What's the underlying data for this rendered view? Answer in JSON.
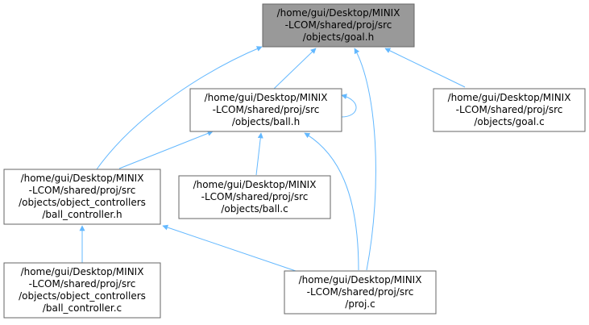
{
  "colors": {
    "edge": "#63b8ff",
    "node_border": "#666666",
    "node_fill": "#ffffff",
    "highlight_fill": "#999999"
  },
  "nodes": [
    {
      "id": "goal_h",
      "highlighted": true,
      "lines": [
        "/home/gui/Desktop/MINIX",
        "-LCOM/shared/proj/src",
        "/objects/goal.h"
      ]
    },
    {
      "id": "ball_h",
      "highlighted": false,
      "lines": [
        "/home/gui/Desktop/MINIX",
        "-LCOM/shared/proj/src",
        "/objects/ball.h"
      ]
    },
    {
      "id": "goal_c",
      "highlighted": false,
      "lines": [
        "/home/gui/Desktop/MINIX",
        "-LCOM/shared/proj/src",
        "/objects/goal.c"
      ]
    },
    {
      "id": "ball_controller_h",
      "highlighted": false,
      "lines": [
        "/home/gui/Desktop/MINIX",
        "-LCOM/shared/proj/src",
        "/objects/object_controllers",
        "/ball_controller.h"
      ]
    },
    {
      "id": "ball_c",
      "highlighted": false,
      "lines": [
        "/home/gui/Desktop/MINIX",
        "-LCOM/shared/proj/src",
        "/objects/ball.c"
      ]
    },
    {
      "id": "ball_controller_c",
      "highlighted": false,
      "lines": [
        "/home/gui/Desktop/MINIX",
        "-LCOM/shared/proj/src",
        "/objects/object_controllers",
        "/ball_controller.c"
      ]
    },
    {
      "id": "proj_c",
      "highlighted": false,
      "lines": [
        "/home/gui/Desktop/MINIX",
        "-LCOM/shared/proj/src",
        "/proj.c"
      ]
    }
  ],
  "edges": [
    {
      "from": "ball_h",
      "to": "goal_h"
    },
    {
      "from": "goal_c",
      "to": "goal_h"
    },
    {
      "from": "ball_controller_h",
      "to": "goal_h"
    },
    {
      "from": "proj_c",
      "to": "goal_h"
    },
    {
      "from": "ball_h",
      "to": "ball_h"
    },
    {
      "from": "ball_controller_h",
      "to": "ball_h"
    },
    {
      "from": "ball_c",
      "to": "ball_h"
    },
    {
      "from": "proj_c",
      "to": "ball_h"
    },
    {
      "from": "ball_controller_c",
      "to": "ball_controller_h"
    },
    {
      "from": "proj_c",
      "to": "ball_controller_h"
    }
  ]
}
